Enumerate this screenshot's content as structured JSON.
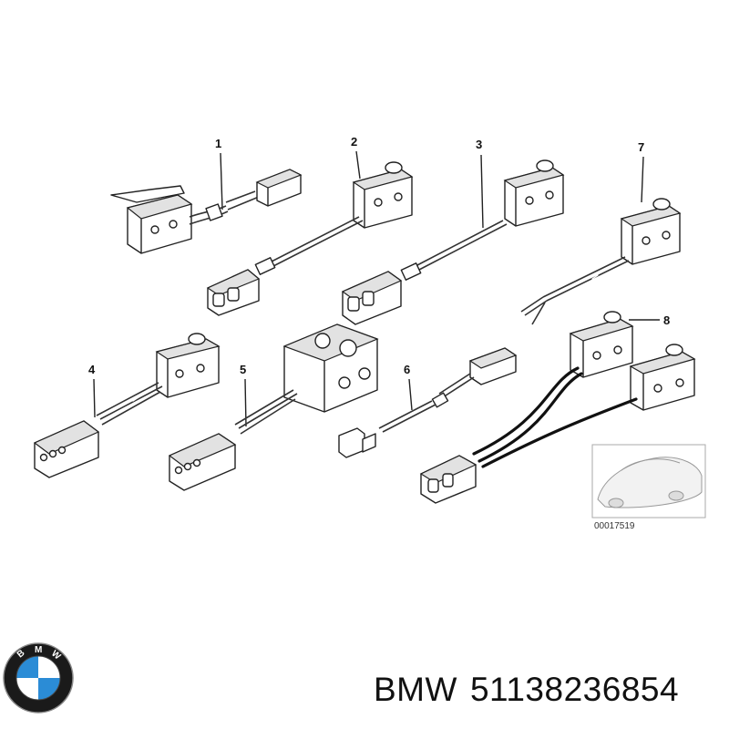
{
  "callouts": [
    "1",
    "2",
    "3",
    "7",
    "4",
    "5",
    "6",
    "8"
  ],
  "thumbnail": {
    "code": "00017519"
  },
  "logo": {
    "letters": [
      "B",
      "M",
      "W"
    ]
  },
  "brand": "BMW",
  "part_number": "51138236854",
  "colors": {
    "logo_blue": "#2b8cd6",
    "logo_ring": "#1a1a1a",
    "line": "#222222"
  }
}
